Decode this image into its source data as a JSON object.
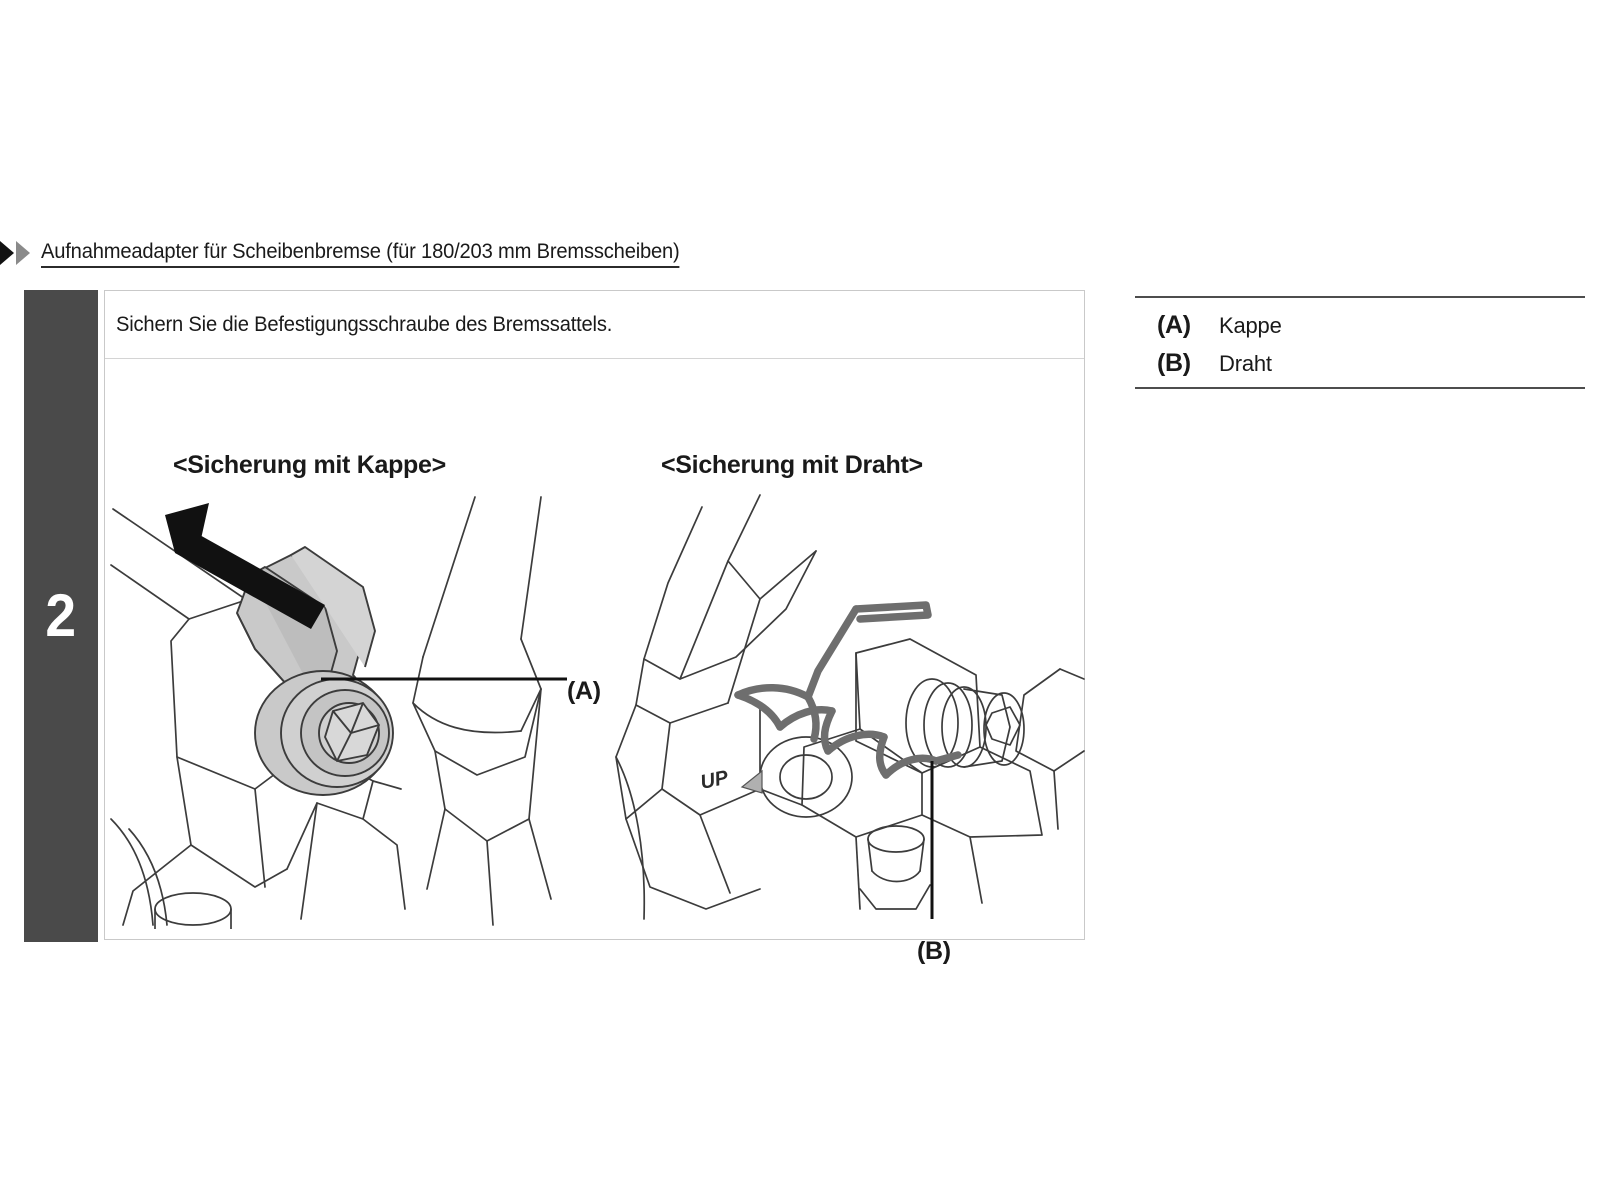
{
  "section": {
    "marker_icons": [
      "triangle-right-black-icon",
      "triangle-right-gray-icon"
    ],
    "heading": "Aufnahmeadapter für Scheibenbremse (für 180/203 mm Bremsscheiben)"
  },
  "step": {
    "number": "2",
    "instruction": "Sichern Sie die Befestigungsschraube des Bremssattels."
  },
  "illustrations": {
    "left": {
      "caption": "<Sicherung mit Kappe>",
      "callout": "(A)",
      "arrow_icon": "motion-arrow-up-left-icon"
    },
    "right": {
      "caption": "<Sicherung mit Draht>",
      "callout": "(B)",
      "orientation_marker": "UP",
      "orientation_icon": "up-triangle-icon"
    }
  },
  "legend": {
    "items": [
      {
        "key": "(A)",
        "label": "Kappe"
      },
      {
        "key": "(B)",
        "label": "Draht"
      }
    ]
  },
  "colors": {
    "step_bar": "#4a4a4a",
    "part_fill": "#c9c9c9",
    "line": "#3c3c3c",
    "rule": "#4d4d4d"
  }
}
